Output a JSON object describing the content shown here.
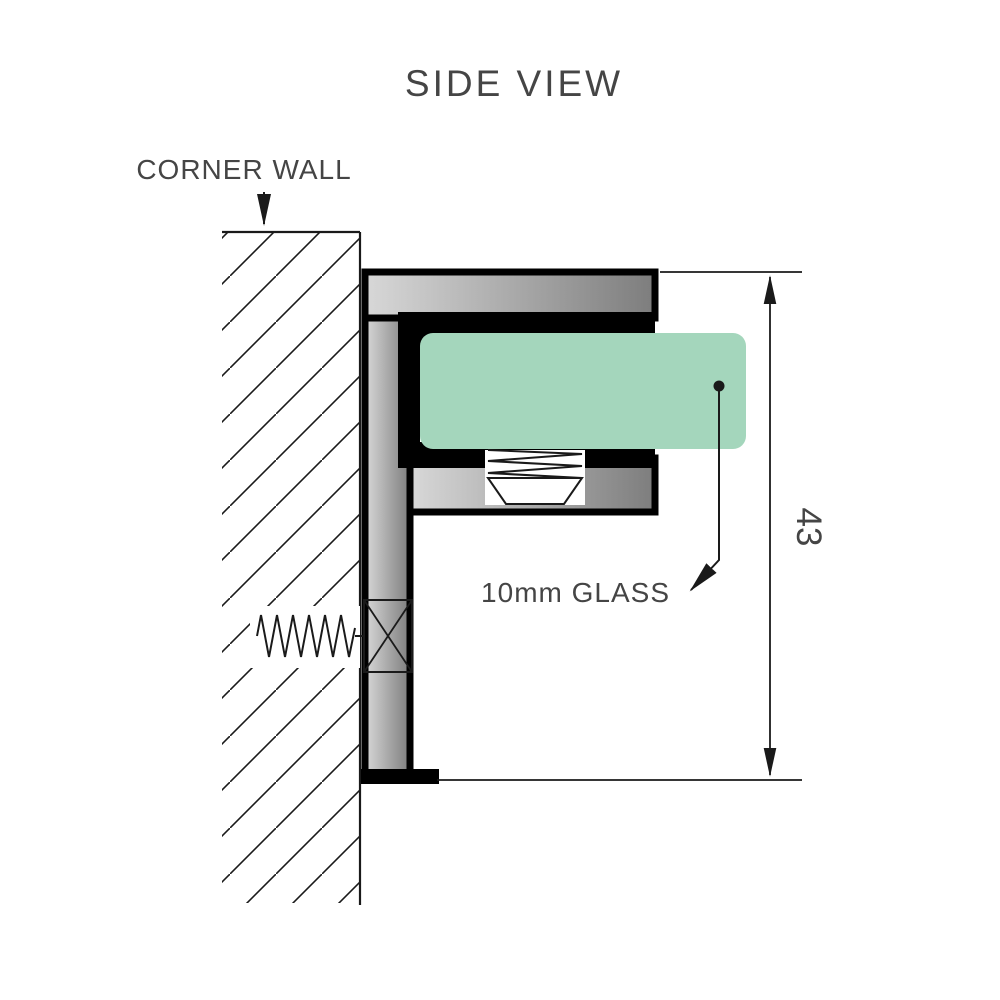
{
  "diagram": {
    "title": "SIDE VIEW",
    "labels": {
      "corner_wall": "CORNER WALL",
      "glass": "10mm GLASS",
      "dimension": "43"
    },
    "colors": {
      "glass_green": "#a4d6bc",
      "bracket_light": "#d8d8d8",
      "bracket_dark": "#7d7d7d",
      "gasket_black": "#000000",
      "line": "#1a1a1a",
      "text": "#454545",
      "background": "#ffffff"
    }
  }
}
